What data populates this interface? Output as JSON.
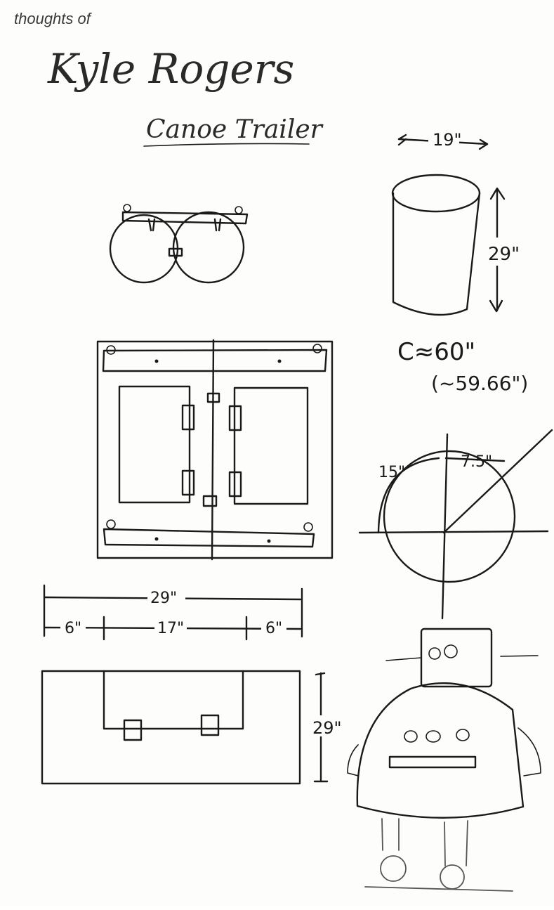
{
  "header": {
    "prefix": "thoughts of",
    "author": "Kyle Rogers",
    "title": "Canoe Trailer"
  },
  "barrel": {
    "diameter_label": "19\"",
    "height_label": "29\""
  },
  "circumference": {
    "approx_label": "C≈60\"",
    "exact_label": "(~59.66\")"
  },
  "circle_detail": {
    "arc_label": "15\"",
    "radius_label": "7.5\""
  },
  "panel": {
    "total_width_label": "29\"",
    "left_margin_label": "6\"",
    "middle_label": "17\"",
    "right_margin_label": "6\"",
    "height_label": "29\""
  },
  "colors": {
    "ink": "#1a1a1a",
    "paper": "#fdfdfb"
  }
}
